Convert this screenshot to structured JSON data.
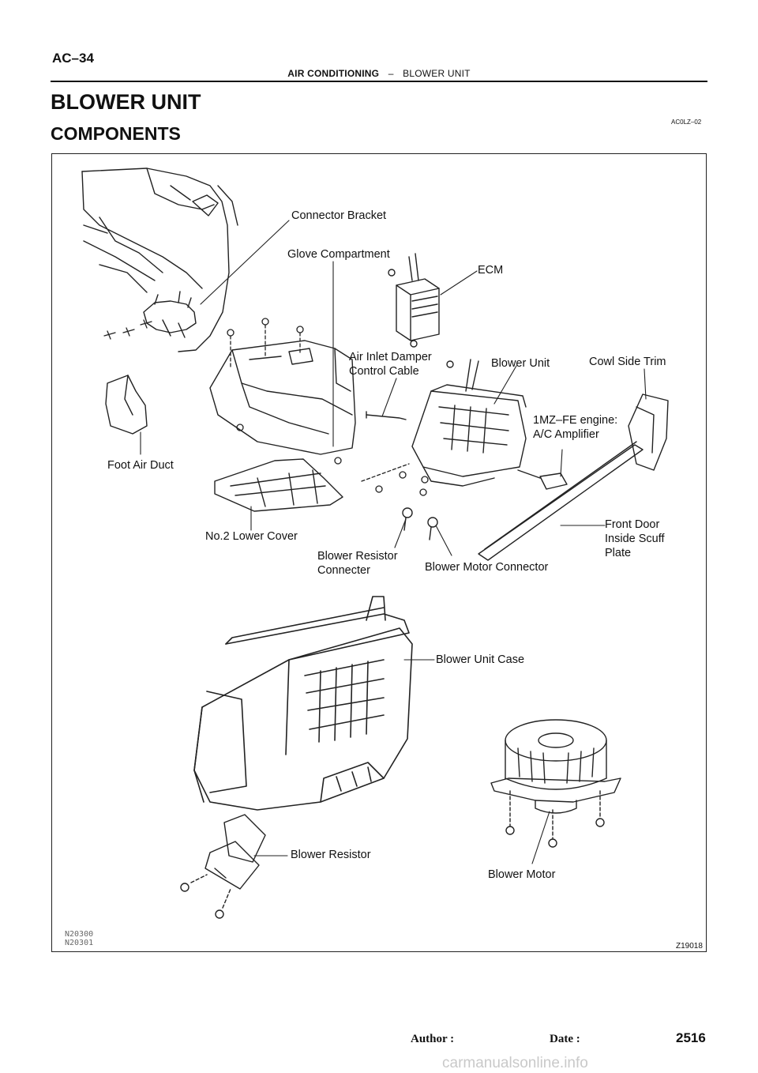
{
  "header": {
    "page_code": "AC–34",
    "section_bold": "AIR CONDITIONING",
    "section_sep": "–",
    "section_sub": "BLOWER UNIT"
  },
  "title": "BLOWER UNIT",
  "subtitle": "COMPONENTS",
  "doc_code": "AC0LZ–02",
  "figure": {
    "labels": {
      "connector_bracket": "Connector Bracket",
      "glove_compartment": "Glove Compartment",
      "ecm": "ECM",
      "air_inlet_1": "Air Inlet Damper",
      "air_inlet_2": "Control Cable",
      "blower_unit": "Blower Unit",
      "cowl_side_trim": "Cowl Side Trim",
      "amplifier_1": "1MZ–FE engine:",
      "amplifier_2": "A/C Amplifier",
      "foot_air_duct": "Foot Air Duct",
      "lower_cover": "No.2 Lower Cover",
      "scuff_1": "Front Door",
      "scuff_2": "Inside Scuff",
      "scuff_3": "Plate",
      "resistor_conn_1": "Blower Resistor",
      "resistor_conn_2": "Connecter",
      "motor_connector": "Blower Motor Connector",
      "blower_unit_case": "Blower Unit Case",
      "blower_resistor": "Blower Resistor",
      "blower_motor": "Blower Motor"
    },
    "figure_id": "Z19018",
    "stamp_1": "N20300",
    "stamp_2": "N20301"
  },
  "footer": {
    "author_label": "Author :",
    "date_label": "Date :",
    "page_number": "2516"
  },
  "watermark": "carmanualsonline.info"
}
